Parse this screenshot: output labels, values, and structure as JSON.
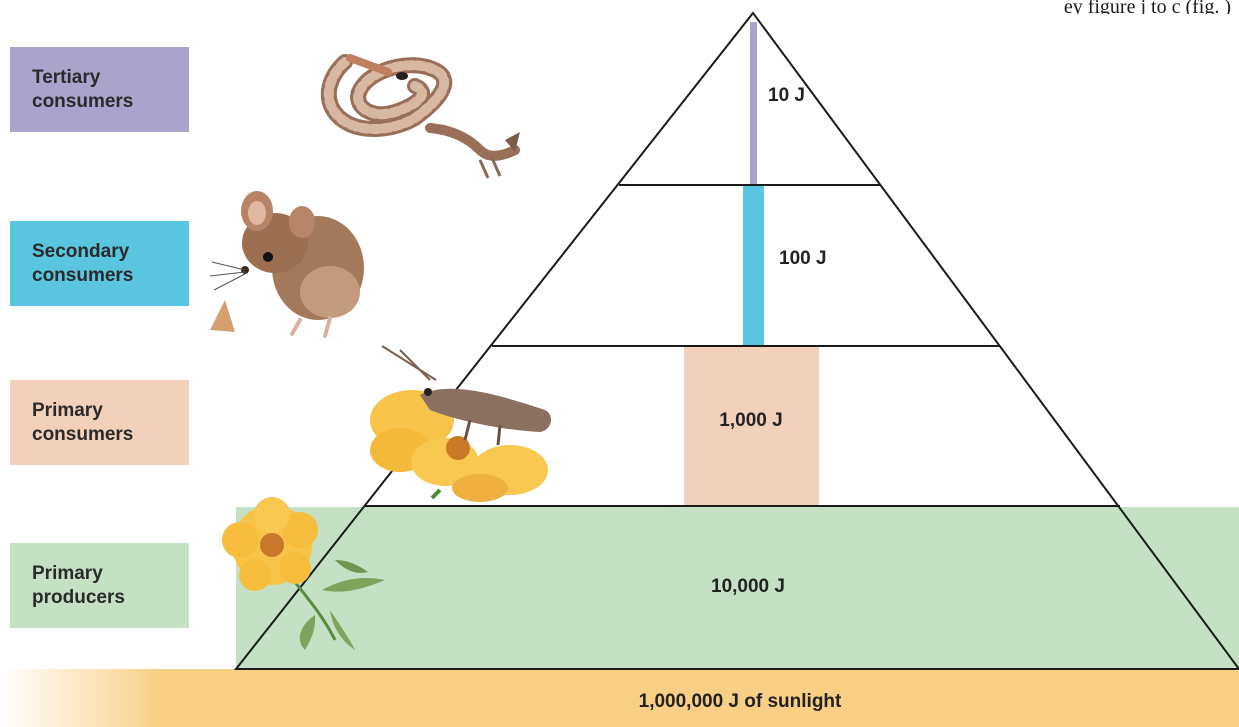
{
  "top_caption_fragment": "ey figure j to c (fig. )",
  "colors": {
    "tertiary": "#aaa4cc",
    "secondary": "#5ac5e0",
    "primary_consumers": "#f1d0bc",
    "producers": "#c6e0c6",
    "sunlight": "#f9cf86"
  },
  "levels": [
    {
      "label": "Tertiary consumers",
      "energy": "10 J",
      "icon": "snake-icon"
    },
    {
      "label": "Secondary consumers",
      "energy": "100 J",
      "icon": "mouse-icon"
    },
    {
      "label": "Primary consumers",
      "energy": "1,000 J",
      "icon": "grasshopper-on-flower-icon"
    },
    {
      "label": "Primary producers",
      "energy": "10,000 J",
      "icon": "flower-plant-icon"
    }
  ],
  "sunlight": "1,000,000 J of sunlight"
}
